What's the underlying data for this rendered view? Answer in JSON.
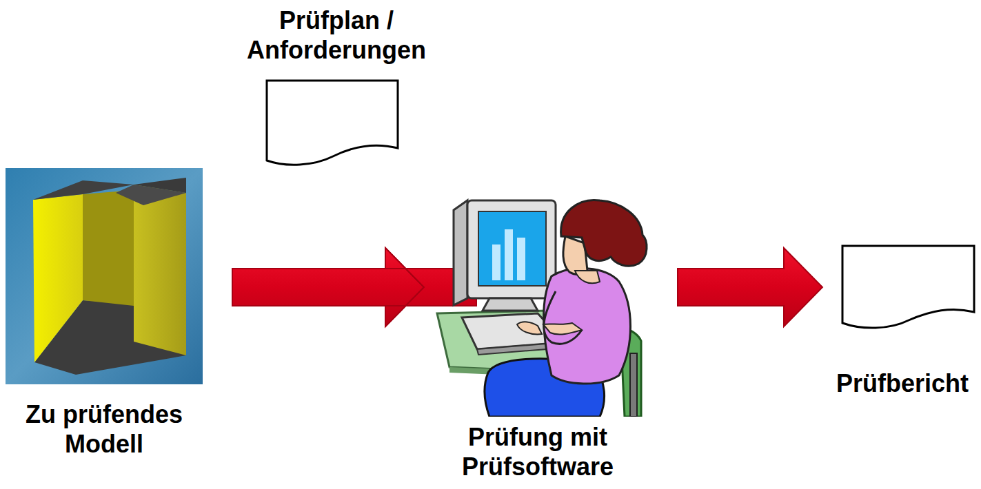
{
  "diagram": {
    "nodes": [
      {
        "text": [
          "Zu prüfendes Modell"
        ]
      },
      {
        "text": [
          "Prüfplan / Anforderungen"
        ]
      },
      {
        "text": [
          "Prüfung mit Prüfsoftware"
        ]
      },
      {
        "text": [
          "Prüfbericht"
        ]
      }
    ],
    "edges": [
      {
        "from": 0,
        "to": 2,
        "arrow": "to"
      },
      {
        "from": 1,
        "to": 2,
        "arrow": "to"
      },
      {
        "from": 2,
        "to": 3,
        "arrow": "to"
      }
    ]
  }
}
